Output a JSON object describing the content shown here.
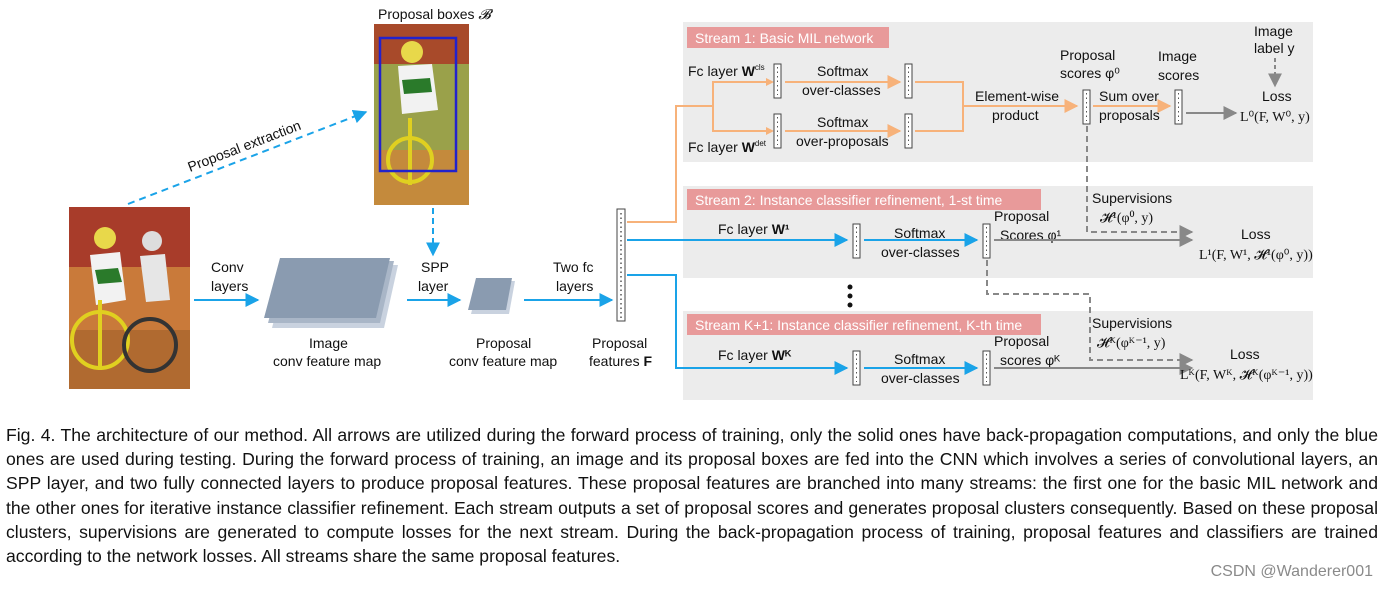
{
  "figure": {
    "proposal_boxes": "Proposal boxes",
    "proposal_boxes_symbol": "𝓑",
    "proposal_extraction": "Proposal extraction",
    "conv_layers": [
      "Conv",
      "layers"
    ],
    "image_conv_map": [
      "Image",
      "conv feature map"
    ],
    "spp_layer": [
      "SPP",
      "layer"
    ],
    "proposal_conv_map": [
      "Proposal",
      "conv feature map"
    ],
    "two_fc_layers": [
      "Two fc",
      "layers"
    ],
    "proposal_features": [
      "Proposal",
      "features"
    ],
    "proposal_features_symbol": "F",
    "stream1": {
      "title": "Stream 1: Basic MIL network",
      "fc_cls": "Fc layer",
      "fc_cls_sym": "W",
      "fc_cls_sup": "cls",
      "fc_det": "Fc layer",
      "fc_det_sym": "W",
      "fc_det_sup": "det",
      "softmax_classes": [
        "Softmax",
        "over-classes"
      ],
      "softmax_proposals": [
        "Softmax",
        "over-proposals"
      ],
      "elementwise": [
        "Element-wise",
        "product"
      ],
      "proposal_scores": [
        "Proposal",
        "scores φ⁰"
      ],
      "sum_over": [
        "Sum over",
        "proposals"
      ],
      "image_scores": [
        "Image",
        "scores"
      ],
      "image_label": [
        "Image",
        "label y"
      ],
      "loss_label": "Loss",
      "loss_formula": "L⁰(F, W⁰, y)"
    },
    "stream2": {
      "title": "Stream 2: Instance classifier refinement, 1-st time",
      "fc": "Fc layer",
      "fc_sym": "W¹",
      "softmax": [
        "Softmax",
        "over-classes"
      ],
      "proposal_scores": [
        "Proposal",
        "Scores φ¹"
      ],
      "supervisions": [
        "Supervisions",
        "𝓗¹(φ⁰, y)"
      ],
      "loss_label": "Loss",
      "loss_formula": "L¹(F, W¹, 𝓗¹(φ⁰, y))"
    },
    "streamK": {
      "title": "Stream K+1: Instance classifier refinement, K-th time",
      "fc": "Fc layer",
      "fc_sym": "Wᴷ",
      "softmax": [
        "Softmax",
        "over-classes"
      ],
      "proposal_scores": [
        "Proposal",
        "scores φᴷ"
      ],
      "supervisions": [
        "Supervisions",
        "𝓗ᴷ(φᴷ⁻¹, y)"
      ],
      "loss_label": "Loss",
      "loss_formula": "Lᴷ(F, Wᴷ, 𝓗ᴷ(φᴷ⁻¹, y))"
    },
    "colors": {
      "blue": "#1aa3e8",
      "orange": "#f7b27a",
      "gray_arrow": "#888888",
      "stream_bg": "#ececec",
      "banner": "#e89a9a",
      "box": "#2222cc",
      "feature_map": "#8a9bb0"
    }
  },
  "caption": "Fig. 4. The architecture of our method. All arrows are utilized during the forward process of training, only the solid ones have back-propagation computations, and only the blue ones are used during testing. During the forward process of training, an image and its proposal boxes are fed into the CNN which involves a series of convolutional layers, an SPP layer, and two fully connected layers to produce proposal features. These proposal features are branched into many streams: the first one for the basic MIL network and the other ones for iterative instance classifier refinement. Each stream outputs a set of proposal scores and generates proposal clusters consequently. Based on these proposal clusters, supervisions are generated to compute losses for the next stream. During the back-propagation process of training, proposal features and classifiers are trained according to the network losses. All streams share the same proposal features.",
  "watermark": "CSDN @Wanderer001"
}
